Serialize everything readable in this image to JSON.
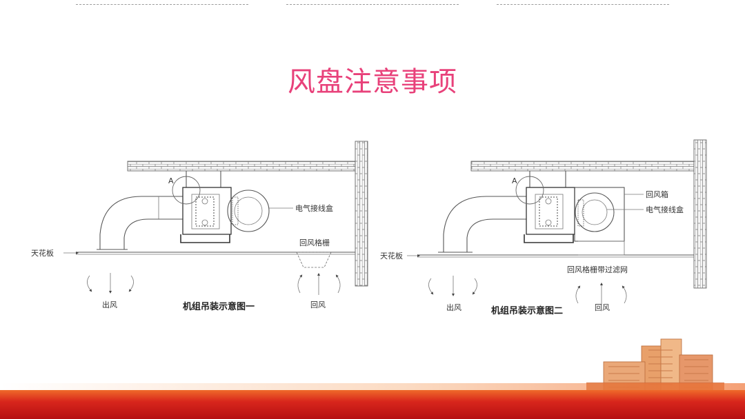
{
  "slide": {
    "title": "风盘注意事项"
  },
  "figure1": {
    "caption": "机组吊装示意图一",
    "label_a": "A",
    "label_box": "电气接线盒",
    "label_grille": "回风格栅",
    "label_ceiling": "天花板",
    "label_supply": "出风",
    "label_return": "回风"
  },
  "figure2": {
    "caption": "机组吊装示意图二",
    "label_a": "A",
    "label_returnbox": "回风箱",
    "label_box": "电气接线盒",
    "label_grille_filter": "回风格栅带过滤网",
    "label_ceiling": "天花板",
    "label_supply": "出风",
    "label_return": "回风"
  },
  "colors": {
    "title": "#e8417a",
    "band": "#d8261c"
  },
  "decoration": {
    "building_icon": "hospital-building-icon"
  }
}
